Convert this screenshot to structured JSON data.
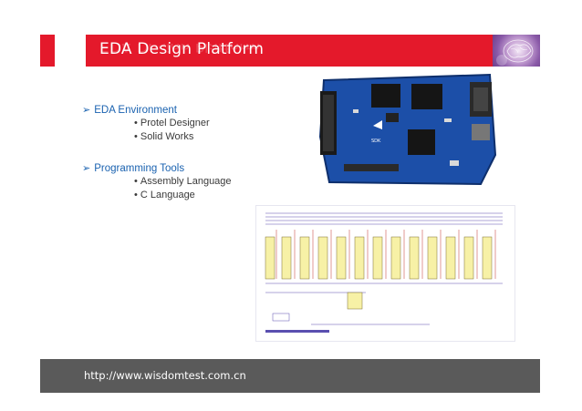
{
  "header": {
    "title": "EDA Design Platform",
    "accent_color": "#e4192b",
    "logo_icon": "brain-icon"
  },
  "sections": [
    {
      "heading": "EDA Environment",
      "items": [
        "Protel Designer",
        "Solid Works"
      ]
    },
    {
      "heading": "Programming Tools",
      "items": [
        "Assembly Language",
        "C Language"
      ]
    }
  ],
  "images": {
    "board": "pcb-board-image",
    "schematic": "schematic-diagram-image"
  },
  "footer": {
    "url": "http://www.wisdomtest.com.cn",
    "background": "#5a5a5a"
  },
  "bullet_char": "•",
  "arrow_char": "➢"
}
